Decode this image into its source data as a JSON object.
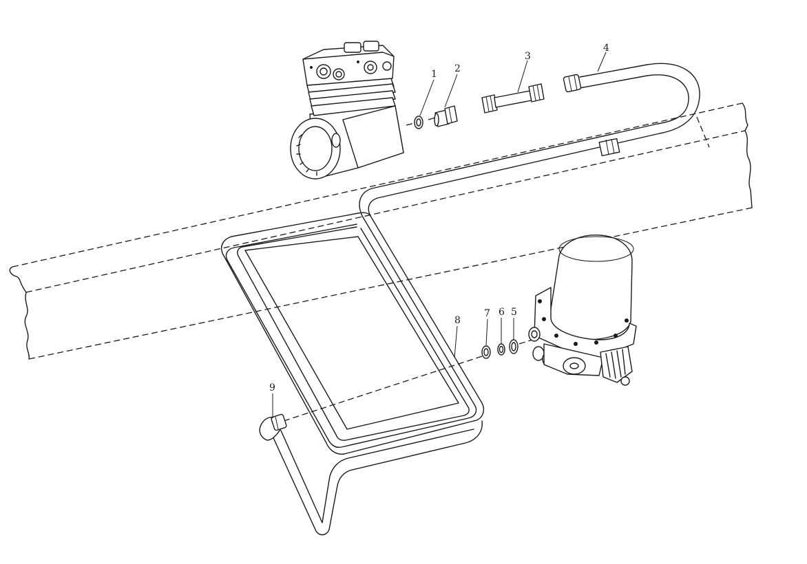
{
  "diagram": {
    "callouts": [
      {
        "id": "1",
        "label": "1"
      },
      {
        "id": "2",
        "label": "2"
      },
      {
        "id": "3",
        "label": "3"
      },
      {
        "id": "4",
        "label": "4"
      },
      {
        "id": "5",
        "label": "5"
      },
      {
        "id": "6",
        "label": "6"
      },
      {
        "id": "7",
        "label": "7"
      },
      {
        "id": "8",
        "label": "8"
      },
      {
        "id": "9",
        "label": "9"
      }
    ],
    "components": [
      "air-compressor",
      "sealing-washer",
      "straight-connector",
      "union-connector",
      "air-pipe",
      "sealing-washer-5",
      "sealing-washer-6",
      "sealing-washer-7",
      "coil-pipe",
      "elbow-connector",
      "air-dryer",
      "frame-rail"
    ]
  }
}
